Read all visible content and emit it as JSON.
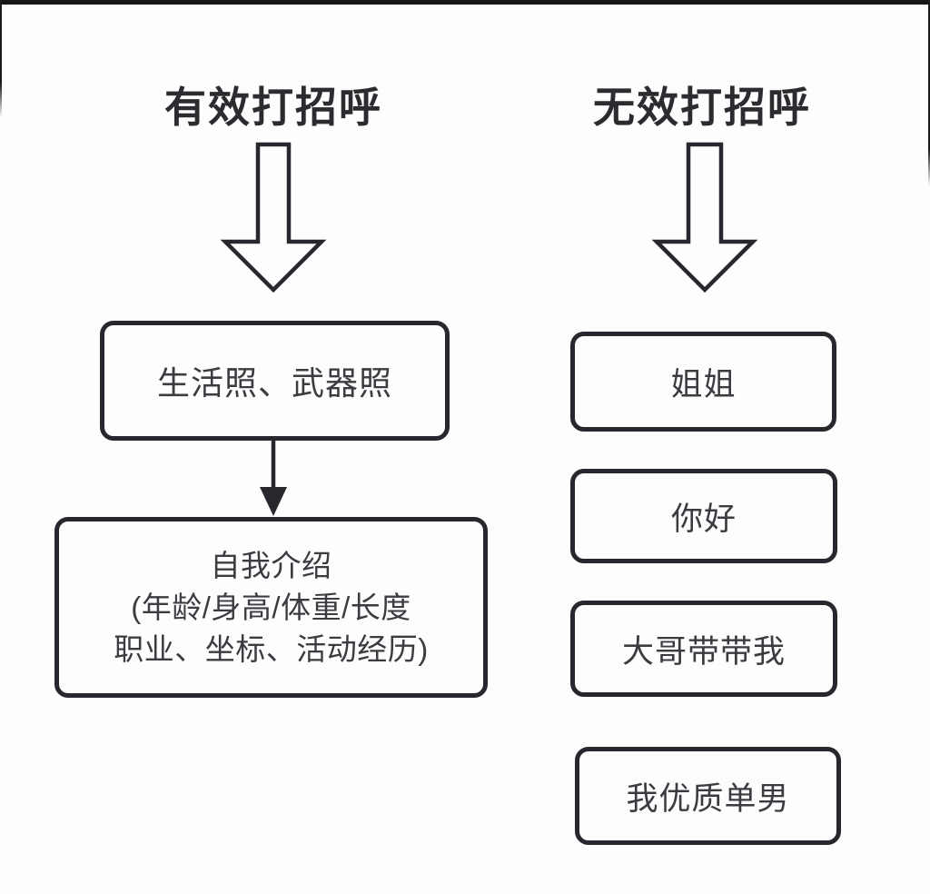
{
  "diagram": {
    "left_column": {
      "title": "有效打招呼",
      "box1": {
        "text": "生活照、武器照"
      },
      "box2": {
        "line1": "自我介绍",
        "line2": "(年龄/身高/体重/长度",
        "line3": "职业、坐标、活动经历)"
      }
    },
    "right_column": {
      "title": "无效打招呼",
      "box1": {
        "text": "姐姐"
      },
      "box2": {
        "text": "你好"
      },
      "box3": {
        "text": "大哥带带我"
      },
      "box4": {
        "text": "我优质单男"
      }
    },
    "icons": {
      "left_big_arrow": "down-arrow-outline",
      "right_big_arrow": "down-arrow-outline",
      "left_connector": "down-arrow-solid"
    },
    "colors": {
      "background": "#fdfdfd",
      "stroke": "#26282e",
      "box_text": "#3a3c41",
      "title_text": "#2b2c30",
      "edge_bar": "#161616"
    }
  }
}
